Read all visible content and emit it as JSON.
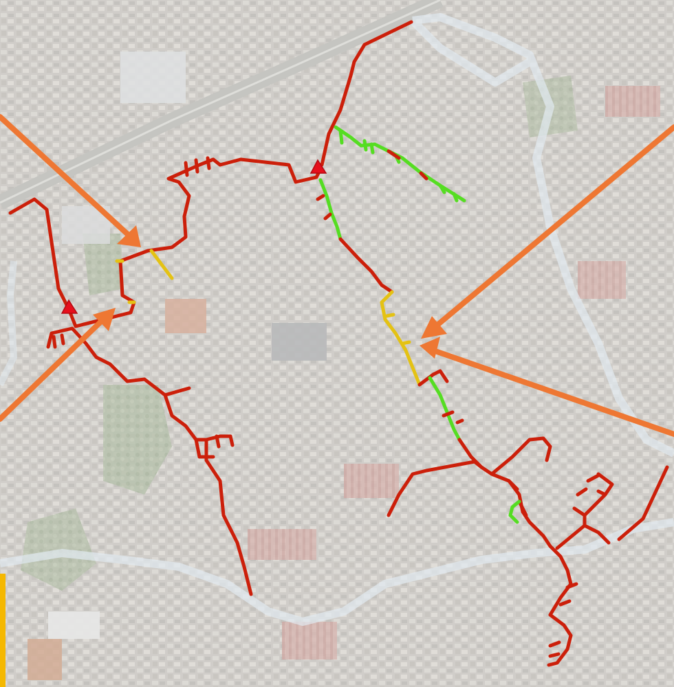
{
  "map": {
    "colors": {
      "critical_pipe": "#cc1f0a",
      "warning_pipe": "#e4c213",
      "ok_pipe": "#55dd22",
      "marker": "#e60f1c",
      "arrow": "#ee7733",
      "boundary": "#d9e4ec",
      "highway": "#b9b9b4",
      "edge_bar": "#f5b800"
    },
    "legend_colors": [
      "red",
      "yellow",
      "green"
    ],
    "markers": [
      {
        "name": "pump-station-west",
        "icon": "triangle-marker-icon"
      },
      {
        "name": "pump-station-north",
        "icon": "triangle-marker-icon"
      }
    ],
    "arrows": [
      {
        "name": "arrow-top-left"
      },
      {
        "name": "arrow-bottom-left"
      },
      {
        "name": "arrow-top-right"
      },
      {
        "name": "arrow-bottom-right"
      }
    ]
  }
}
